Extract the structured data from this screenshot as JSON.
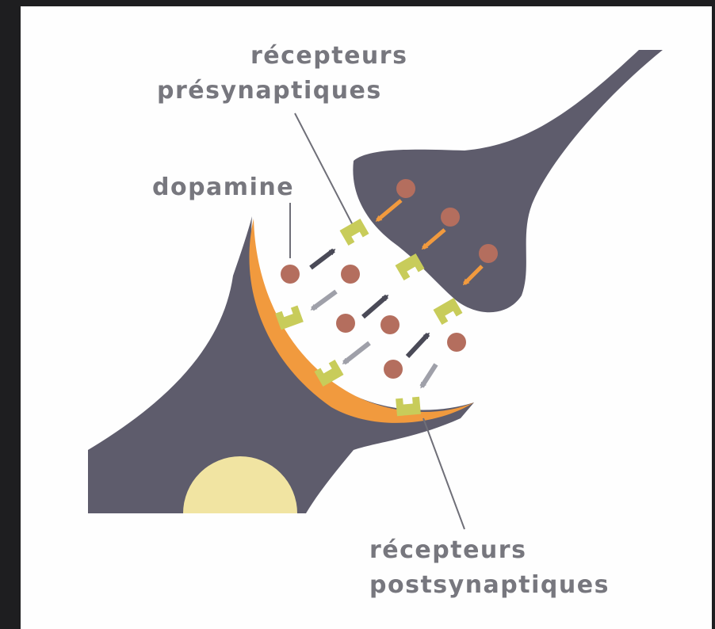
{
  "labels": {
    "presynaptic_line1": "récepteurs",
    "presynaptic_line2": "présynaptiques",
    "dopamine": "dopamine",
    "postsynaptic_line1": "récepteurs",
    "postsynaptic_line2": "postsynaptiques"
  },
  "colors": {
    "neuron": "#5e5c6c",
    "membrane": "#f19a3e",
    "dopamine": "#b46e5e",
    "receptor": "#c8cc5a",
    "nucleus": "#f1e4a2",
    "arrow_dark": "#4a4a57",
    "arrow_light": "#9fa0a9",
    "arrow_orange": "#f19a3e",
    "label_text": "#77777e",
    "leader_line": "#6f6f78"
  }
}
